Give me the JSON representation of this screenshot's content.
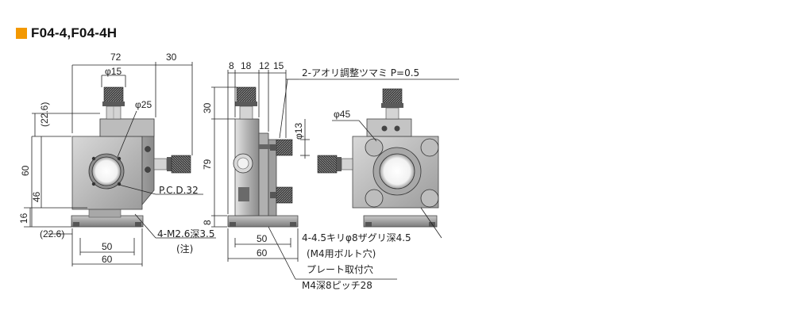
{
  "header": {
    "accent_color": "#f39800",
    "title": "F04-4,F04-4H"
  },
  "front_view": {
    "dims": {
      "w72": "72",
      "w30": "30",
      "phi15": "φ15",
      "phi25": "φ25",
      "h22_6": "(22.6)",
      "h60": "60",
      "h46": "46",
      "h16": "16",
      "b22_6": "(22.6)",
      "b50": "50",
      "b60": "60"
    },
    "labels": {
      "pcd": "P.C.D.32",
      "tap": "4-M2.6深3.5",
      "tap_note": "(注)"
    }
  },
  "side_view": {
    "dims": {
      "d8": "8",
      "d18": "18",
      "d12": "12",
      "d15": "15",
      "v30": "30",
      "v79": "79",
      "v8": "8",
      "phi13": "φ13",
      "b50": "50",
      "b60": "60"
    },
    "labels": {
      "adjuster": "2-アオリ調整ツマミ P=0.5",
      "plate_line1": "プレート取付穴",
      "plate_line2": "M4深8ピッチ28"
    }
  },
  "rear_view": {
    "dims": {
      "phi45": "φ45"
    },
    "labels": {
      "holes": "4-4.5キリφ8ザグリ深4.5",
      "holes_note": "(M4用ボルト穴)"
    }
  },
  "colors": {
    "metal_body": "#c4c4c4",
    "metal_dark": "#6a6a6a",
    "line": "#222222"
  }
}
